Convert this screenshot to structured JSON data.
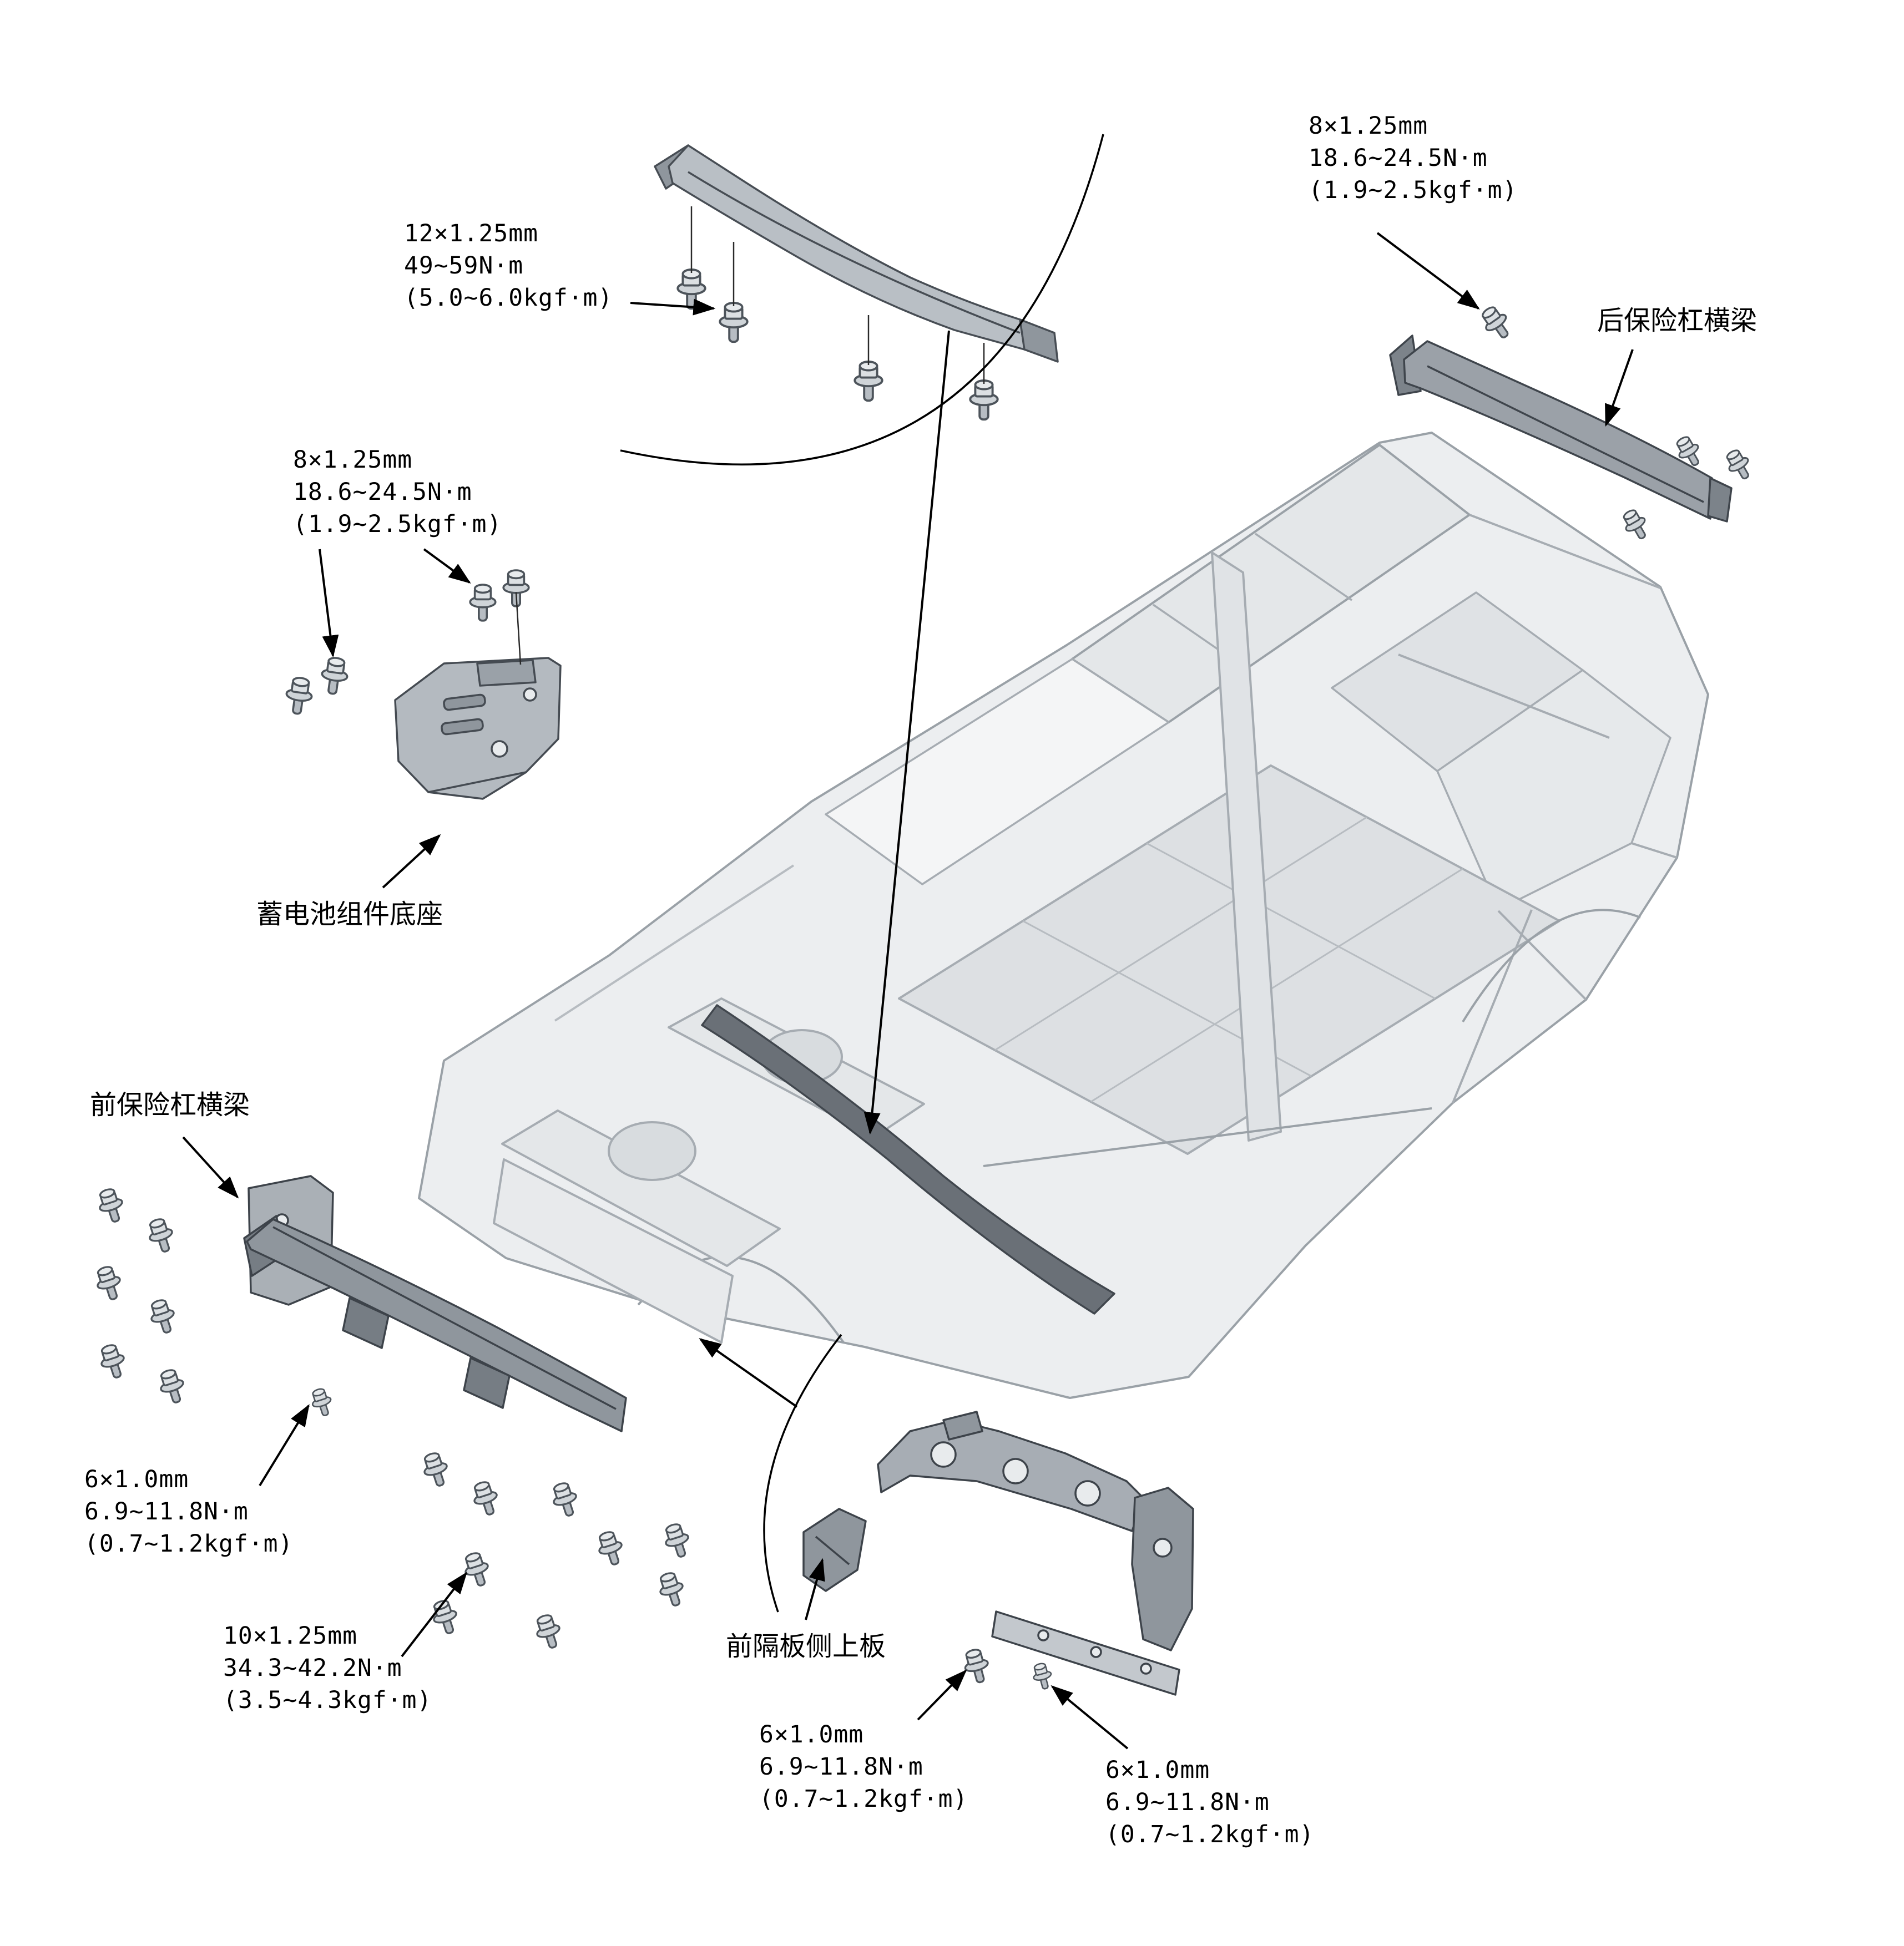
{
  "figure": {
    "type": "exploded-parts-diagram",
    "subject": "car body shell with bumper beams, battery base and bulkhead plates"
  },
  "colors": {
    "background": "#ffffff",
    "line": "#000000",
    "body_fill": "#eceef0",
    "body_stroke": "#9aa1a7",
    "part_fill": "#a7adb4",
    "part_stroke": "#3d434a"
  },
  "callouts": {
    "spec_12mm": {
      "lines": [
        "12×1.25mm",
        "49~59N·m",
        "(5.0~6.0kgf·m)"
      ]
    },
    "spec_8mm_rear": {
      "lines": [
        "8×1.25mm",
        "18.6~24.5N·m",
        "(1.9~2.5kgf·m)"
      ]
    },
    "spec_8mm_battery": {
      "lines": [
        "8×1.25mm",
        "18.6~24.5N·m",
        "(1.9~2.5kgf·m)"
      ]
    },
    "spec_6mm_front": {
      "lines": [
        "6×1.0mm",
        "6.9~11.8N·m",
        "(0.7~1.2kgf·m)"
      ]
    },
    "spec_10mm_front": {
      "lines": [
        "10×1.25mm",
        "34.3~42.2N·m",
        "(3.5~4.3kgf·m)"
      ]
    },
    "spec_6mm_bottom_left": {
      "lines": [
        "6×1.0mm",
        "6.9~11.8N·m",
        "(0.7~1.2kgf·m)"
      ]
    },
    "spec_6mm_bottom_right": {
      "lines": [
        "6×1.0mm",
        "6.9~11.8N·m",
        "(0.7~1.2kgf·m)"
      ]
    }
  },
  "part_labels": {
    "rear_bumper_beam": "后保险杠横梁",
    "battery_base": "蓄电池组件底座",
    "front_bumper_beam": "前保险杠横梁",
    "bulkhead_side_plate": "前隔板侧上板"
  }
}
